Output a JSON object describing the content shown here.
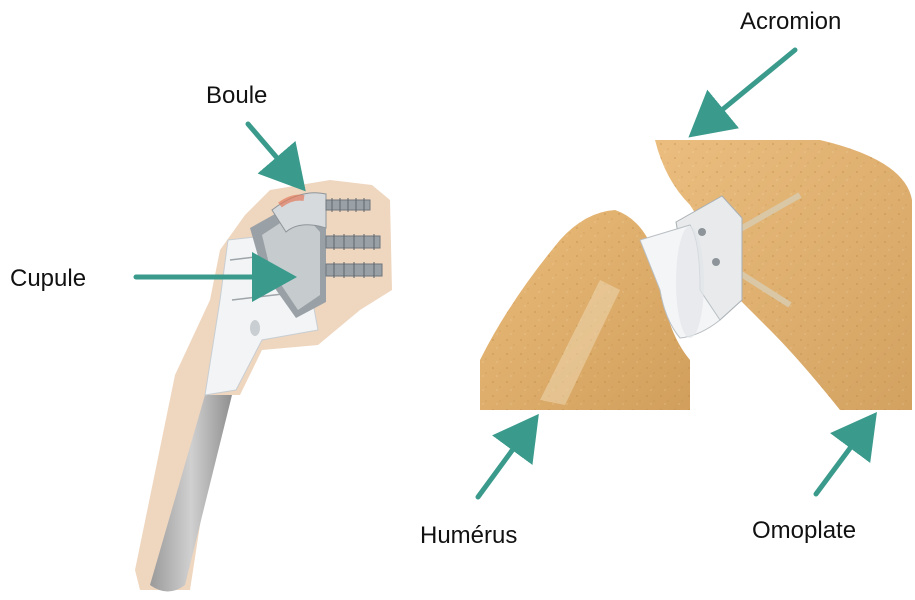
{
  "labels": {
    "boule": "Boule",
    "cupule": "Cupule",
    "acromion": "Acromion",
    "humerus": "Humérus",
    "omoplate": "Omoplate"
  },
  "colors": {
    "arrow": "#3a9a8c",
    "bone": "#e0ad63",
    "bone_dark": "#c98d45",
    "metal": "#c8ccce",
    "implant_white": "#f2f4f6",
    "halo": "#eccfb4"
  }
}
